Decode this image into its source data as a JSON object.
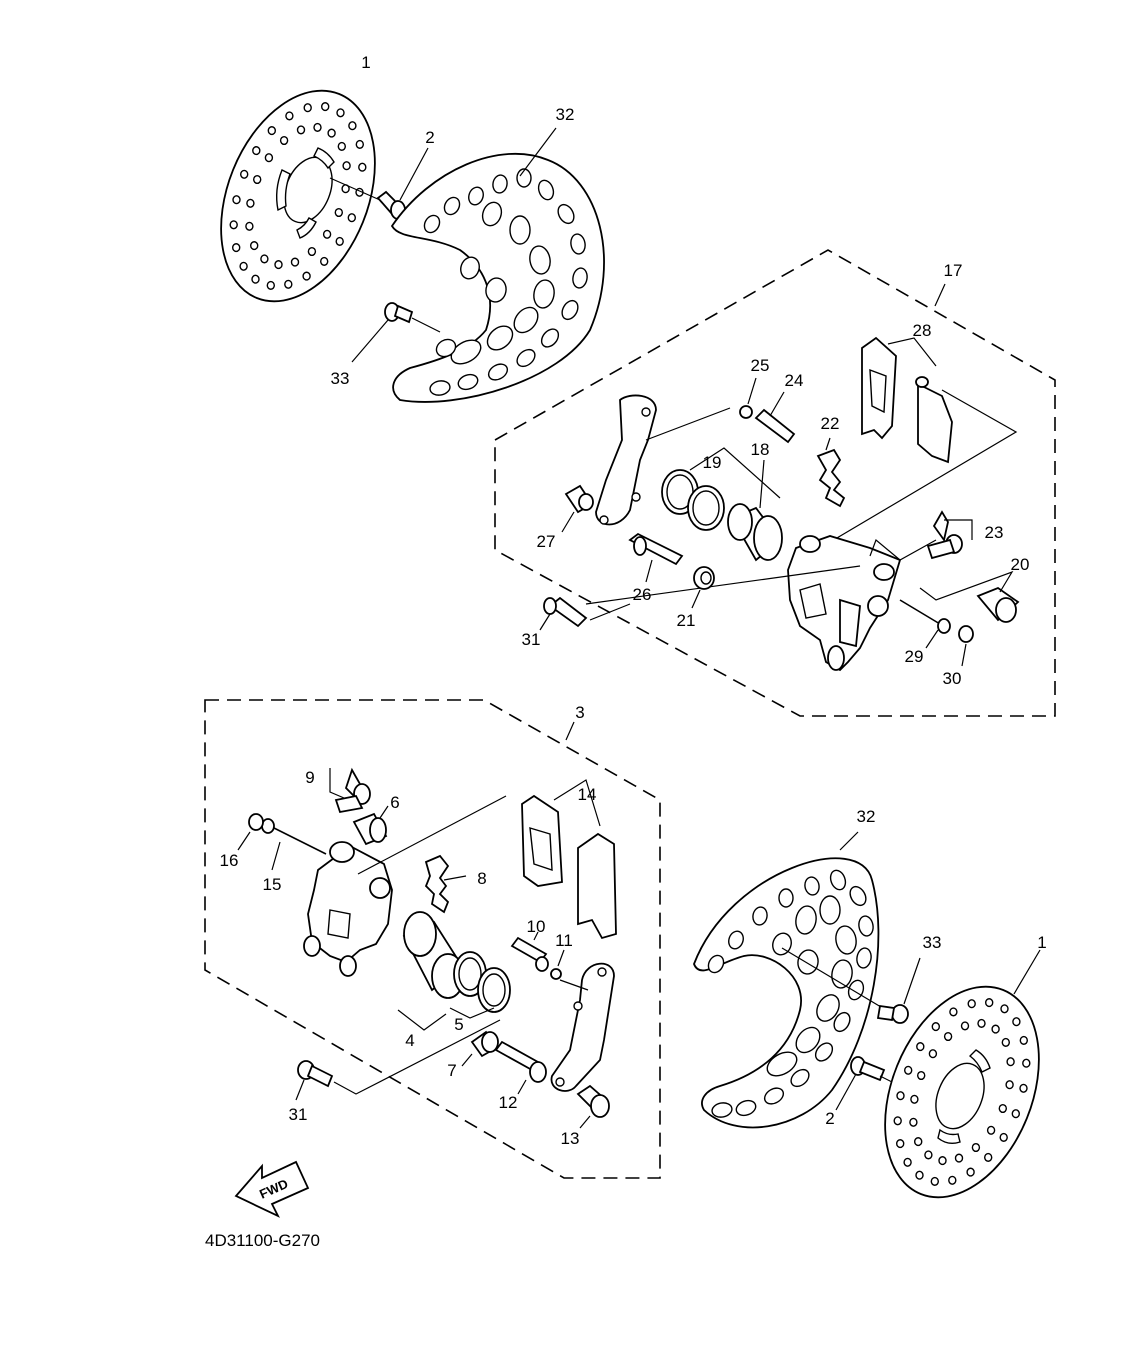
{
  "diagram_code": "4D31100-G270",
  "fwd_label": "FWD",
  "callouts": [
    "1",
    "2",
    "3",
    "4",
    "5",
    "6",
    "7",
    "8",
    "9",
    "10",
    "11",
    "12",
    "13",
    "14",
    "15",
    "16",
    "17",
    "18",
    "19",
    "20",
    "21",
    "22",
    "23",
    "24",
    "25",
    "26",
    "27",
    "28",
    "29",
    "30",
    "31",
    "32",
    "33"
  ]
}
